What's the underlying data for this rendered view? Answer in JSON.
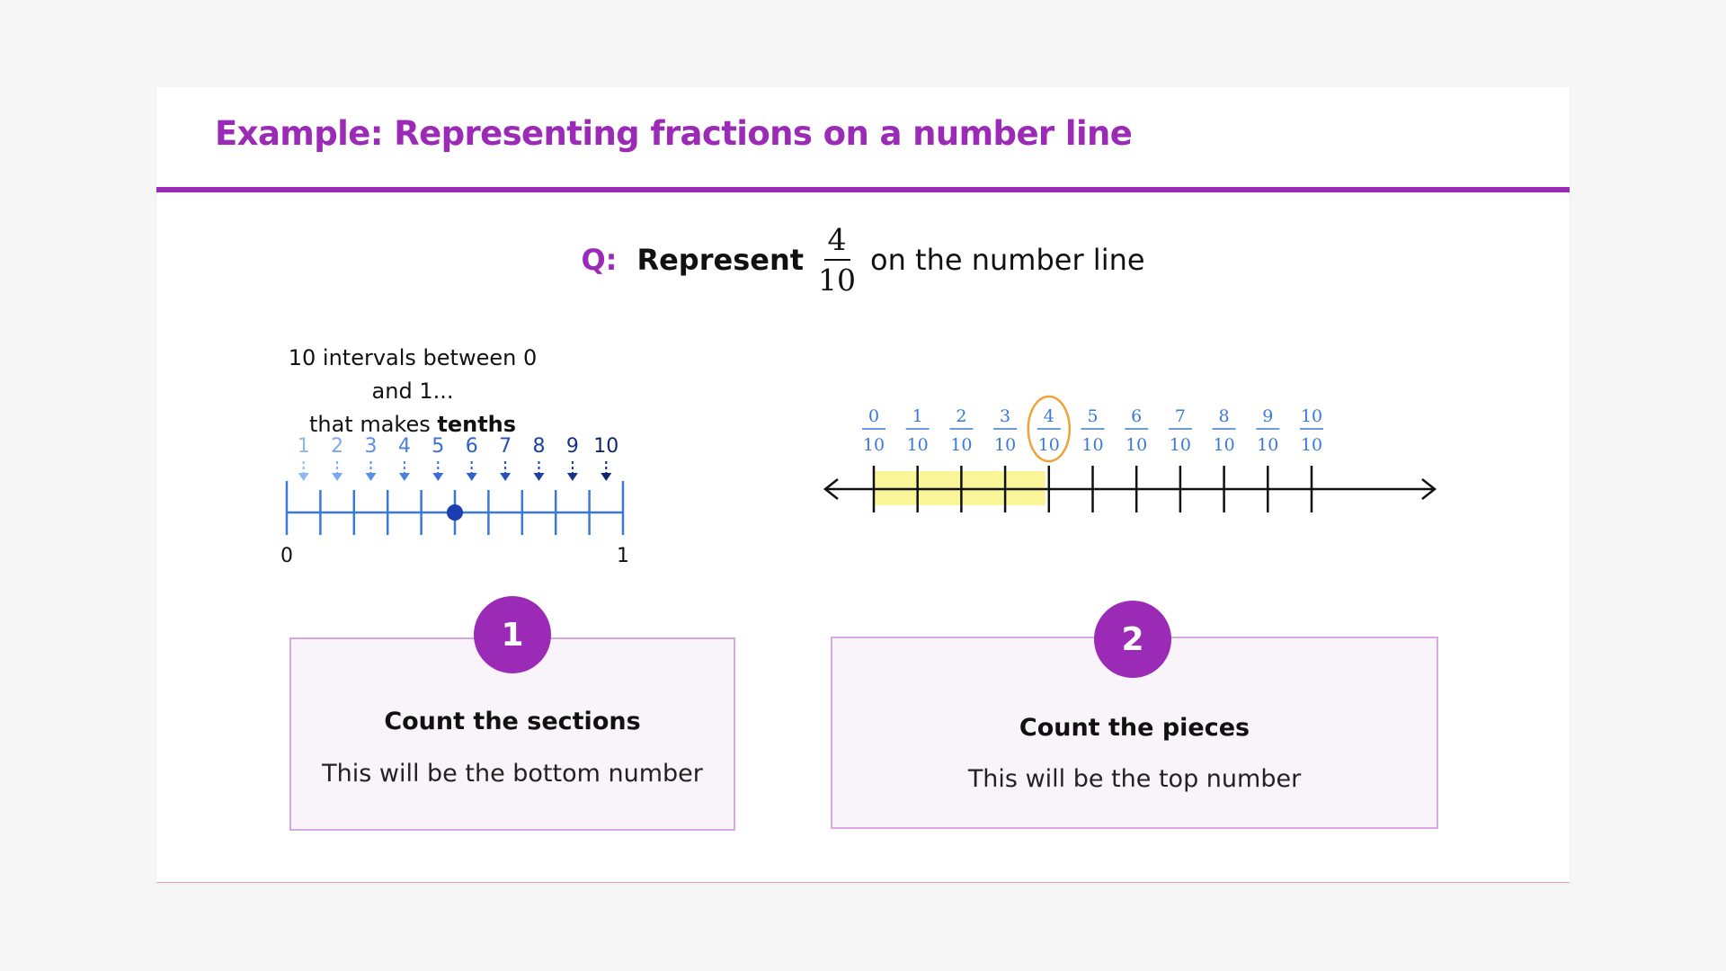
{
  "title": "Example: Representing fractions on a number line",
  "question": {
    "label": "Q:",
    "verb": "Represent",
    "fraction": {
      "numerator": "4",
      "denominator": "10"
    },
    "rest": "on the number line"
  },
  "left_note": {
    "line1": "10 intervals between 0 and 1...",
    "line2_prefix": "that makes",
    "line2_bold": "tenths"
  },
  "left_line": {
    "interval_labels": [
      "1",
      "2",
      "3",
      "4",
      "5",
      "6",
      "7",
      "8",
      "9",
      "10"
    ],
    "label_colors": [
      "#8fb8f0",
      "#7aa9ee",
      "#5a8fe6",
      "#4a7fde",
      "#3b6fd4",
      "#2f5fc8",
      "#2550b8",
      "#1c42a0",
      "#163486",
      "#0f266c"
    ],
    "end_labels": [
      "0",
      "1"
    ],
    "point_value": 0.5,
    "line_color": "#3a78db",
    "point_color": "#1a3fb0"
  },
  "right_line": {
    "tick_labels": [
      {
        "num": "0",
        "den": "10"
      },
      {
        "num": "1",
        "den": "10"
      },
      {
        "num": "2",
        "den": "10"
      },
      {
        "num": "3",
        "den": "10"
      },
      {
        "num": "4",
        "den": "10"
      },
      {
        "num": "5",
        "den": "10"
      },
      {
        "num": "6",
        "den": "10"
      },
      {
        "num": "7",
        "den": "10"
      },
      {
        "num": "8",
        "den": "10"
      },
      {
        "num": "9",
        "den": "10"
      },
      {
        "num": "10",
        "den": "10"
      }
    ],
    "highlight_to": 4,
    "circled_index": 4,
    "label_color": "#3a78db",
    "highlight_color": "#fbf59a",
    "circle_color": "#f0a23a"
  },
  "steps": [
    {
      "number": "1",
      "heading": "Count the sections",
      "text": "This will be the bottom number"
    },
    {
      "number": "2",
      "heading": "Count the pieces",
      "text": "This will be the top number"
    }
  ],
  "colors": {
    "accent": "#9b2ab6",
    "box_fill": "#f9f3fa",
    "box_border": "#d8a8e0"
  }
}
